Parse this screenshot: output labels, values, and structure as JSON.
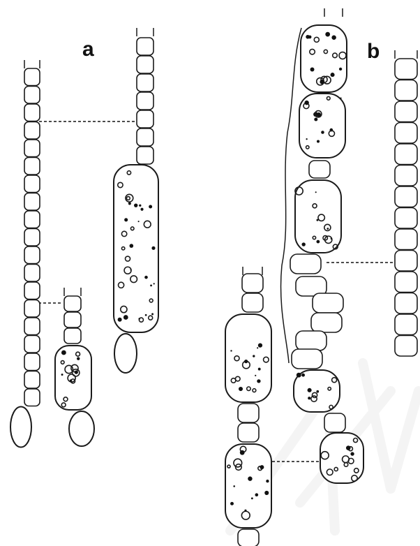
{
  "panel_labels": {
    "a": "a",
    "b": "b"
  },
  "watermark": "ИНА",
  "colors": {
    "ink": "#1a1a1a",
    "background": "#ffffff",
    "watermark": "#f1f1f1"
  }
}
